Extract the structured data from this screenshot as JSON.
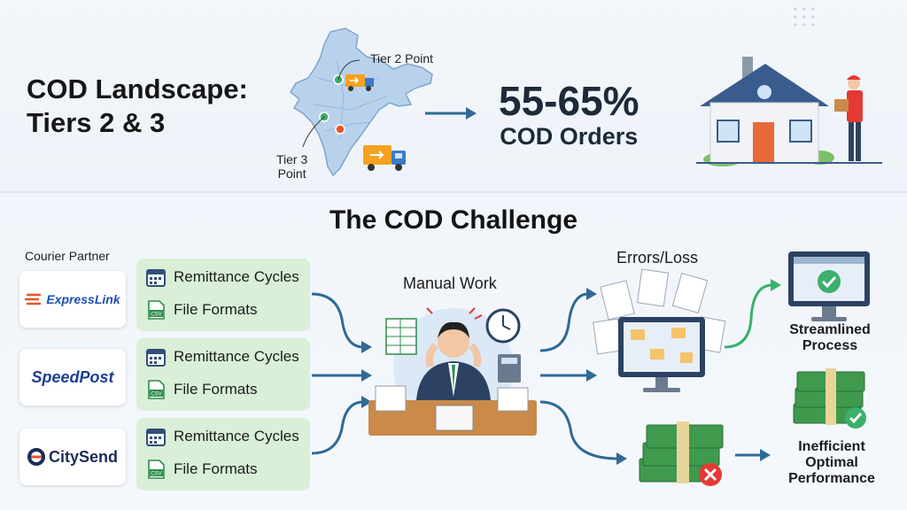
{
  "header": {
    "title_line1": "COD Landscape:",
    "title_line2": "Tiers 2 & 3",
    "tier2_label": "Tier 2 Point",
    "tier3_label_line1": "Tier 3",
    "tier3_label_line2": "Point",
    "stat_value": "55-65%",
    "stat_label": "COD Orders"
  },
  "challenge": {
    "title": "The COD Challenge",
    "courier_heading": "Courier Partner",
    "couriers": [
      {
        "name": "ExpressLink",
        "color": "#1e4fb5",
        "accent": "#e8542b"
      },
      {
        "name": "SpeedPost",
        "color": "#1c3f95",
        "accent": "#c8102e"
      },
      {
        "name": "CitySend",
        "color": "#1a2d5a",
        "accent": "#e8542b"
      }
    ],
    "process_items": [
      {
        "remittance": "Remittance Cycles",
        "formats": "File Formats",
        "csv_tag": "CSV"
      },
      {
        "remittance": "Remittance Cycles",
        "formats": "File Formats",
        "csv_tag": "CSV"
      },
      {
        "remittance": "Remittance Cycles",
        "formats": "File Formats",
        "csv_tag": "CSV"
      }
    ],
    "manual_work_label": "Manual Work",
    "errors_label": "Errors/Loss",
    "streamlined_line1": "Streamlined",
    "streamlined_line2": "Process",
    "inefficient_line1": "Inefficient",
    "inefficient_line2": "Optimal",
    "inefficient_line3": "Performance"
  },
  "colors": {
    "arrow_blue": "#2f6a96",
    "arrow_green": "#3bb06a",
    "process_card": "#d9efd8",
    "stat_text": "#1d2a3a",
    "error_red": "#e53935"
  }
}
